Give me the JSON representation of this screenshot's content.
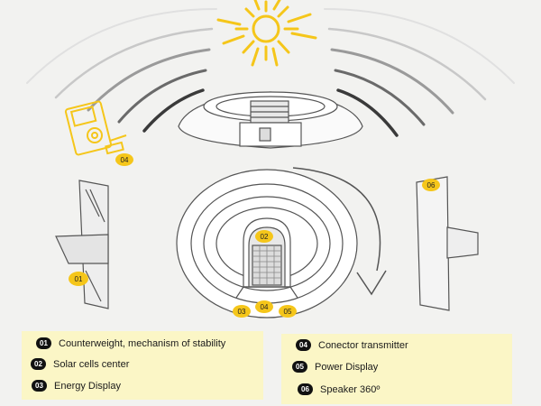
{
  "diagram": {
    "callouts": [
      {
        "id": "c01",
        "label": "01"
      },
      {
        "id": "c02",
        "label": "02"
      },
      {
        "id": "c03",
        "label": "03"
      },
      {
        "id": "c04a",
        "label": "04"
      },
      {
        "id": "c04b",
        "label": "04"
      },
      {
        "id": "c05",
        "label": "05"
      },
      {
        "id": "c06",
        "label": "06"
      }
    ]
  },
  "legend": {
    "left": [
      {
        "num": "01",
        "text": "Counterweight, mechanism of stability"
      },
      {
        "num": "02",
        "text": "Solar cells center"
      },
      {
        "num": "03",
        "text": "Energy Display"
      }
    ],
    "right": [
      {
        "num": "04",
        "text": "Conector transmitter"
      },
      {
        "num": "05",
        "text": "Power Display"
      },
      {
        "num": "06",
        "text": "Speaker 360º"
      }
    ]
  },
  "colors": {
    "badge": "#f5c61a",
    "sun": "#f5c61a",
    "legend_bg": "#fbf6c6",
    "line": "#555555"
  }
}
